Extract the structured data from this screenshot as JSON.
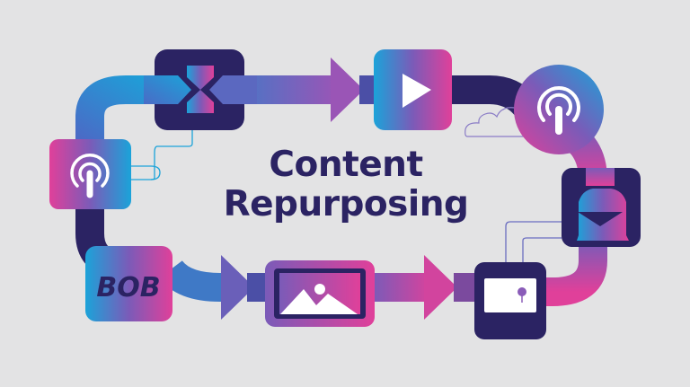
{
  "title": {
    "line1": "Content",
    "line2": "Repurposing"
  },
  "colors": {
    "background": "#e3e3e4",
    "navy": "#2b2363",
    "blue": "#1ba3d9",
    "purple": "#7b5bb8",
    "magenta": "#e0409a",
    "white": "#ffffff"
  },
  "nodes": [
    {
      "id": "hourglass",
      "icon": "hourglass-icon",
      "shape": "rounded-square",
      "fill": "navy"
    },
    {
      "id": "video",
      "icon": "play-icon",
      "shape": "rounded-square",
      "fill": "gradient"
    },
    {
      "id": "podcast-circle",
      "icon": "podcast-icon",
      "shape": "circle",
      "fill": "gradient"
    },
    {
      "id": "download",
      "icon": "download-icon",
      "shape": "rounded-square",
      "fill": "navy"
    },
    {
      "id": "tablet",
      "icon": "tablet-icon",
      "shape": "rounded-square",
      "fill": "navy"
    },
    {
      "id": "image",
      "icon": "image-icon",
      "shape": "rounded-square",
      "fill": "gradient"
    },
    {
      "id": "blog",
      "icon": "blog-text-icon",
      "shape": "rounded-square",
      "fill": "gradient",
      "label": "BOB"
    },
    {
      "id": "podcast-square",
      "icon": "podcast-icon",
      "shape": "rounded-square",
      "fill": "gradient"
    }
  ],
  "decorations": [
    "cloud-icon",
    "connector-lines"
  ]
}
